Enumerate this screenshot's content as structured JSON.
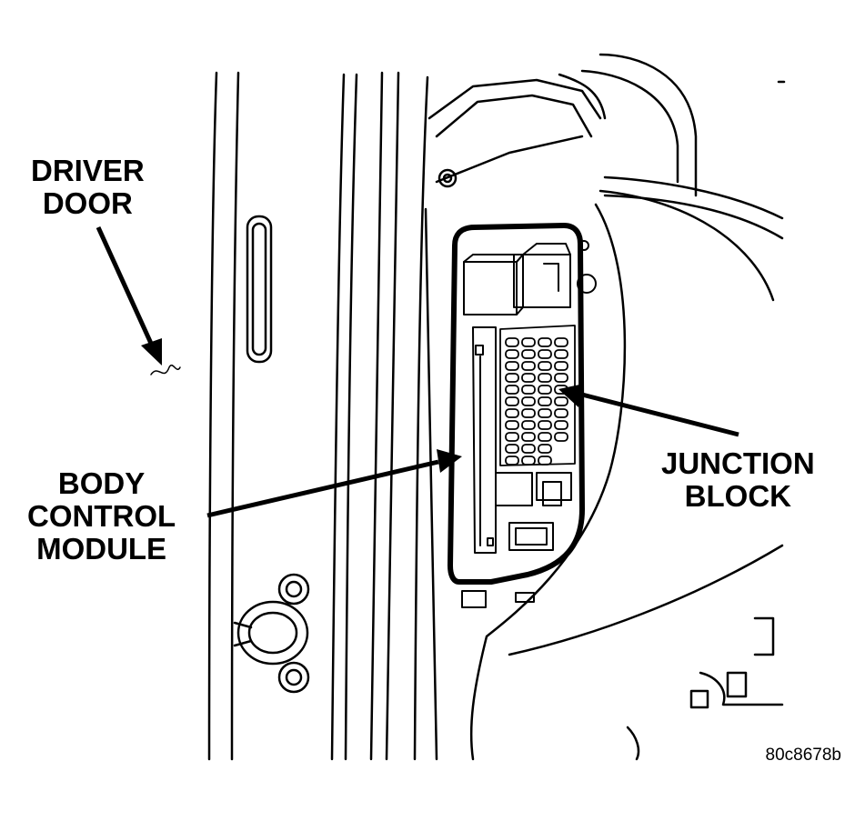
{
  "labels": {
    "driver_door": [
      "DRIVER",
      "DOOR"
    ],
    "body_control_module": [
      "BODY",
      "CONTROL",
      "MODULE"
    ],
    "junction_block": [
      "JUNCTION",
      "BLOCK"
    ]
  },
  "figure_ref": "80c8678b",
  "colors": {
    "ink": "#000000",
    "paper": "#ffffff"
  }
}
